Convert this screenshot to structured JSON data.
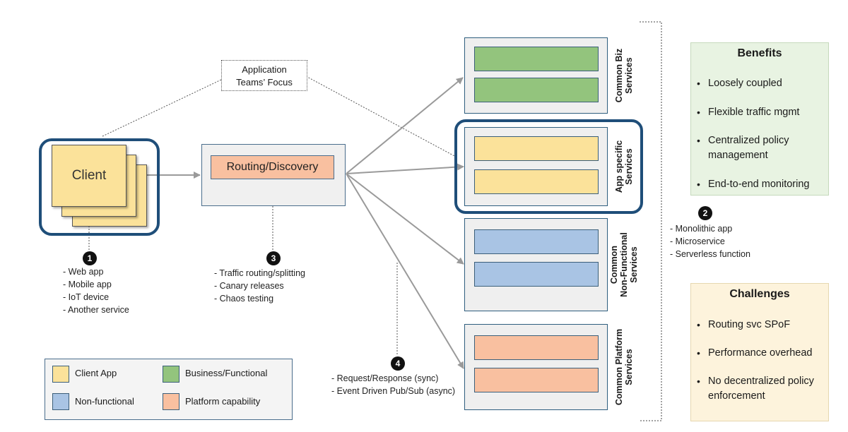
{
  "focus_label": [
    "Application",
    "Teams’ Focus"
  ],
  "client": {
    "label": "Client"
  },
  "router": {
    "label": "Routing/Discovery"
  },
  "services": {
    "common_biz": "Common Biz\nServices",
    "app_specific": "App specific\nServices",
    "non_functional": "Common\nNon-Functional\nServices",
    "platform": "Common Platform\nServices"
  },
  "callouts": {
    "c1": {
      "num": "1",
      "items": [
        "- Web app",
        "- Mobile app",
        "- IoT device",
        "- Another service"
      ]
    },
    "c2": {
      "num": "2",
      "items": [
        "- Monolithic app",
        "- Microservice",
        "- Serverless function"
      ]
    },
    "c3": {
      "num": "3",
      "items": [
        "- Traffic routing/splitting",
        "- Canary releases",
        "- Chaos testing"
      ]
    },
    "c4": {
      "num": "4",
      "items": [
        "- Request/Response (sync)",
        "- Event Driven Pub/Sub (async)"
      ]
    }
  },
  "benefits": {
    "title": "Benefits",
    "items": [
      "Loosely coupled",
      "Flexible traffic mgmt",
      "Centralized policy management",
      "End-to-end monitoring"
    ]
  },
  "challenges": {
    "title": "Challenges",
    "items": [
      "Routing svc SPoF",
      "Performance overhead",
      "No decentralized policy enforcement"
    ]
  },
  "legend": {
    "client_app": "Client App",
    "business": "Business/Functional",
    "non_functional": "Non-functional",
    "platform": "Platform capability"
  },
  "colors": {
    "client_app": "#fbe29a",
    "business": "#93c47d",
    "non_functional": "#a9c4e4",
    "platform": "#f9c0a0",
    "frame": "#1f4e79"
  }
}
